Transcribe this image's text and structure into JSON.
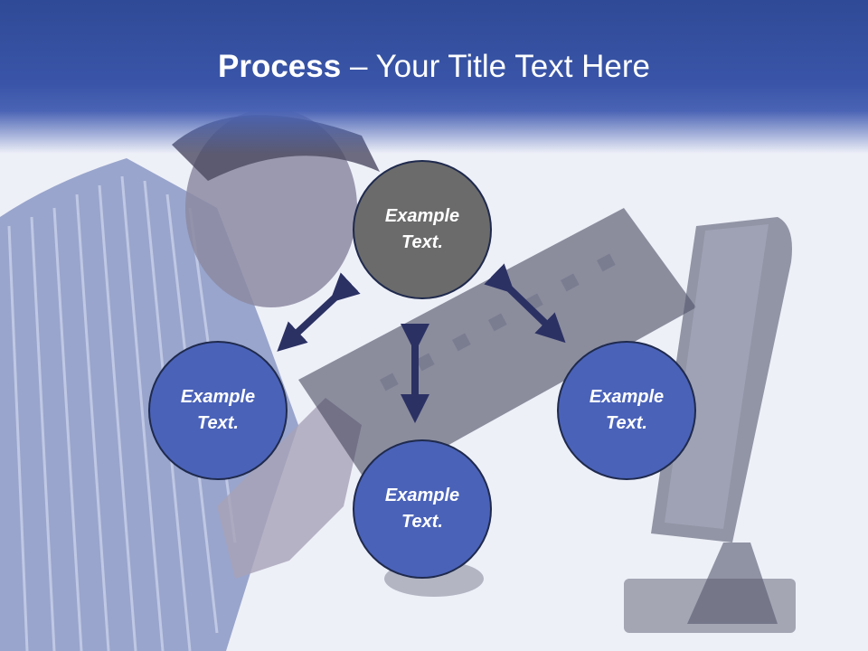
{
  "title": {
    "bold": "Process",
    "rest": " – Your Title Text Here"
  },
  "nodes": {
    "top": {
      "line1": "Example",
      "line2": "Text."
    },
    "left": {
      "line1": "Example",
      "line2": "Text."
    },
    "right": {
      "line1": "Example",
      "line2": "Text."
    },
    "bottom": {
      "line1": "Example",
      "line2": "Text."
    }
  },
  "colors": {
    "header": "#2f4a96",
    "node_blue": "#4a62b8",
    "node_gray": "#6b6b6b",
    "arrow": "#2b3163"
  }
}
